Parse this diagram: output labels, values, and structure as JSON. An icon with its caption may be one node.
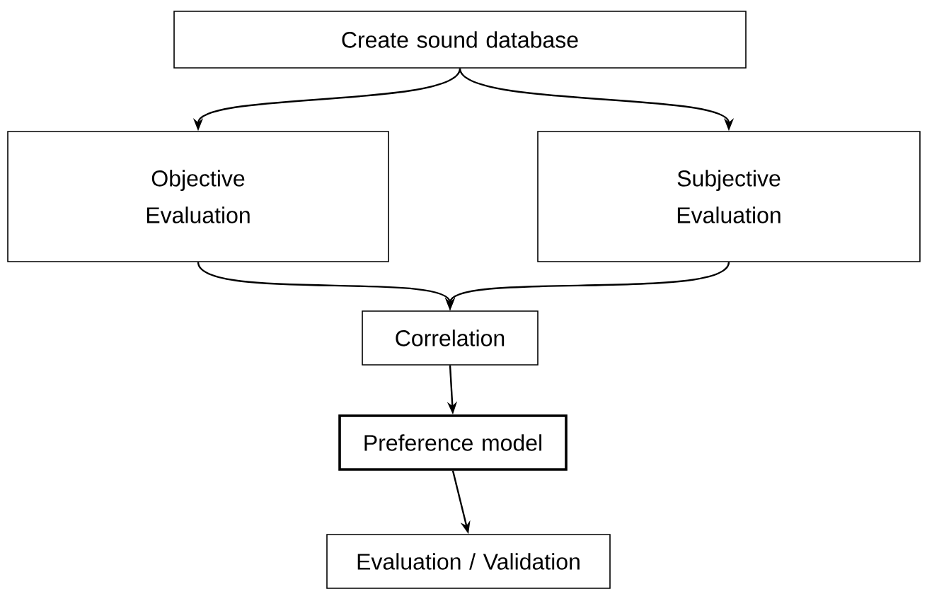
{
  "diagram": {
    "nodes": [
      {
        "text": [
          "Create sound database"
        ]
      },
      {
        "text": [
          "Objective Evaluation"
        ]
      },
      {
        "text": [
          "Subjective Evaluation"
        ]
      },
      {
        "text": [
          "Correlation"
        ]
      },
      {
        "text": [
          "Preference model"
        ]
      },
      {
        "text": [
          "Evaluation / Validation"
        ]
      }
    ],
    "edges": [
      {
        "from": 0,
        "to": 1,
        "arrow": "to"
      },
      {
        "from": 0,
        "to": 2,
        "arrow": "to"
      },
      {
        "from": 1,
        "to": 3,
        "arrow": "to"
      },
      {
        "from": 2,
        "to": 3,
        "arrow": "to"
      },
      {
        "from": 3,
        "to": 4,
        "arrow": "to"
      },
      {
        "from": 4,
        "to": 5,
        "arrow": "to"
      }
    ]
  }
}
